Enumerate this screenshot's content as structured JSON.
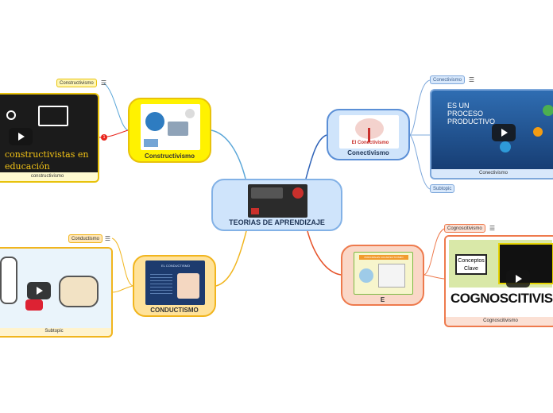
{
  "central": {
    "label": "TEORIAS DE APRENDIZAJE"
  },
  "nodes": {
    "constructivismo": {
      "label": "Constructivismo",
      "tag": "Constructivismo",
      "video_caption": "constructivismo",
      "video_text_1": "constructivistas en",
      "video_text_2": "educación",
      "badge": "1"
    },
    "conectivismo": {
      "label": "Conectivismo",
      "thumb_title": "El Conectivismo",
      "tag": "Conectivismo",
      "subtopic": "Subtopic",
      "video_caption": "Conectivismo",
      "video_text": [
        "ES UN",
        "PROCESO",
        "PRODUCTIVO"
      ]
    },
    "conductismo": {
      "label": "CONDUCTISMO",
      "thumb_title": "EL CONDUCTISMO",
      "tag": "Conductismo",
      "video_caption": "Subtopic"
    },
    "cognoscitivismo": {
      "label": "E",
      "thumb_title": "PRINCIPALES COGNOSCITIVISMO",
      "tag": "Cognoscitivismo",
      "video_caption": "Cognoscitivismo",
      "video_big": "COGNOSCITIVISM",
      "video_box": [
        "Conceptos",
        "Clave"
      ]
    }
  },
  "icons": {
    "menu": "menu-icon",
    "play": "play-icon"
  },
  "colors": {
    "yellow": "#fff200",
    "orange": "#f1b51e",
    "blue": "#5b8fd6",
    "salmon": "#ee7a4d",
    "central": "#cfe4fb"
  }
}
